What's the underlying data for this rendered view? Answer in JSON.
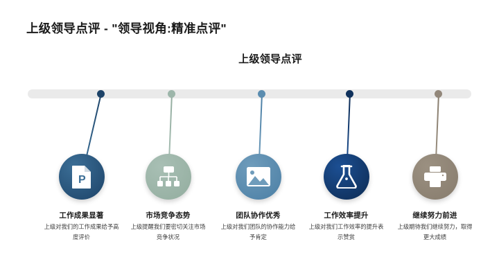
{
  "slide": {
    "title_main": "上级领导点评 - \"领导视角:精准点评\"",
    "title_sub": "上级领导点评",
    "background_color": "#ffffff",
    "rail_color": "#eaeaea"
  },
  "timeline": {
    "items": [
      {
        "heading": "工作成果显著",
        "description": "上级对我们的工作成果给予高度评价",
        "icon": "file-presentation-icon",
        "color": "#3b6e96",
        "color_dark": "#1d4368",
        "dot_color": "#1d4368"
      },
      {
        "heading": "市场竞争态势",
        "description": "上级提醒我们要密切关注市场竞争状况",
        "icon": "org-chart-icon",
        "color": "#a8bfb4",
        "color_dark": "#93ad9f",
        "dot_color": "#9db6aa"
      },
      {
        "heading": "团队协作优秀",
        "description": "上级对我们团队的协作能力给予肯定",
        "icon": "image-picture-icon",
        "color": "#6f9cbb",
        "color_dark": "#4b7fa5",
        "dot_color": "#5b8db0"
      },
      {
        "heading": "工作效率提升",
        "description": "上级对我们工作效率的提升表示赞赏",
        "icon": "flask-icon",
        "color": "#1c4f93",
        "color_dark": "#0d2b52",
        "dot_color": "#10315c"
      },
      {
        "heading": "继续努力前进",
        "description": "上级期待我们继续努力，取得更大成绩",
        "icon": "printer-icon",
        "color": "#9b9081",
        "color_dark": "#877c6d",
        "dot_color": "#92877a"
      }
    ]
  }
}
